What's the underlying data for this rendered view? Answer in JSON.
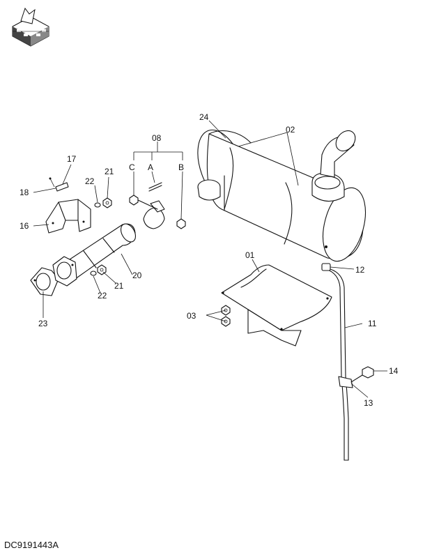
{
  "document_id": "DC9191443A",
  "callouts": {
    "c01": "01",
    "c02": "02",
    "c03": "03",
    "c08": "08",
    "c11": "11",
    "c12": "12",
    "c13": "13",
    "c14": "14",
    "c16": "16",
    "c17": "17",
    "c18": "18",
    "c20": "20",
    "c21a": "21",
    "c21b": "21",
    "c22a": "22",
    "c22b": "22",
    "c23": "23",
    "c24": "24",
    "cA": "A",
    "cB": "B",
    "cC": "C"
  },
  "logo": {
    "type": "orientation-cube-icon"
  }
}
